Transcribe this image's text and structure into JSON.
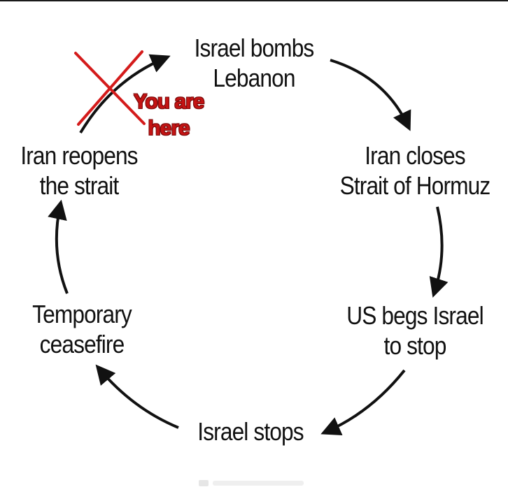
{
  "cycle": {
    "steps": [
      {
        "lines": [
          "Israel bombs",
          "Lebanon"
        ]
      },
      {
        "lines": [
          "Iran closes",
          "Strait of Hormuz"
        ]
      },
      {
        "lines": [
          "US begs Israel",
          "to stop"
        ]
      },
      {
        "lines": [
          "Israel stops"
        ]
      },
      {
        "lines": [
          "Temporary",
          "ceasefire"
        ]
      },
      {
        "lines": [
          "Iran reopens",
          "the strait"
        ]
      }
    ],
    "current_marker": {
      "line1": "You are",
      "line2": "here"
    },
    "colors": {
      "text": "#111111",
      "arrow": "#111111",
      "marker": "#c41414",
      "cross": "#d41b1b"
    }
  }
}
